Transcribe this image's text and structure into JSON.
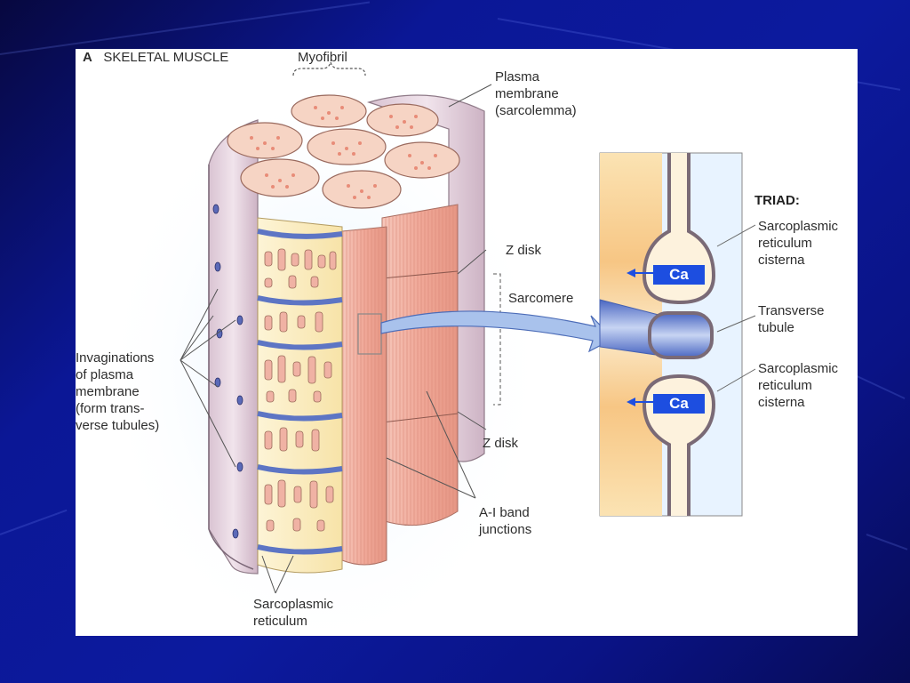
{
  "header": {
    "panel_letter": "A",
    "panel_title": "SKELETAL MUSCLE"
  },
  "labels": {
    "myofibril": "Myofibril",
    "plasma_membrane": [
      "Plasma",
      "membrane",
      "(sarcolemma)"
    ],
    "z_disk_top": "Z disk",
    "sarcomere": "Sarcomere",
    "z_disk_bottom": "Z disk",
    "invaginations": [
      "Invaginations",
      "of plasma",
      "membrane",
      "(form trans-",
      "verse tubules)"
    ],
    "ai_band": [
      "A-I band",
      "junctions"
    ],
    "sarcoplasmic_reticulum": [
      "Sarcoplasmic",
      "reticulum"
    ]
  },
  "triad": {
    "title": "TRIAD:",
    "sr_cisterna_top": [
      "Sarcoplasmic",
      "reticulum",
      "cisterna"
    ],
    "transverse_tubule": [
      "Transverse",
      "tubule"
    ],
    "sr_cisterna_bottom": [
      "Sarcoplasmic",
      "reticulum",
      "cisterna"
    ],
    "ca_top": "Ca",
    "ca_bottom": "Ca"
  },
  "colors": {
    "background": "#0c1a9e",
    "panel": "#ffffff",
    "membrane": "#e6d3de",
    "myofibril_pink": "#f2b3a6",
    "reticulum_cream": "#fbeec0",
    "t_tubule_blue": "#7f98d6",
    "ca_badge": "#1d4ee0"
  }
}
